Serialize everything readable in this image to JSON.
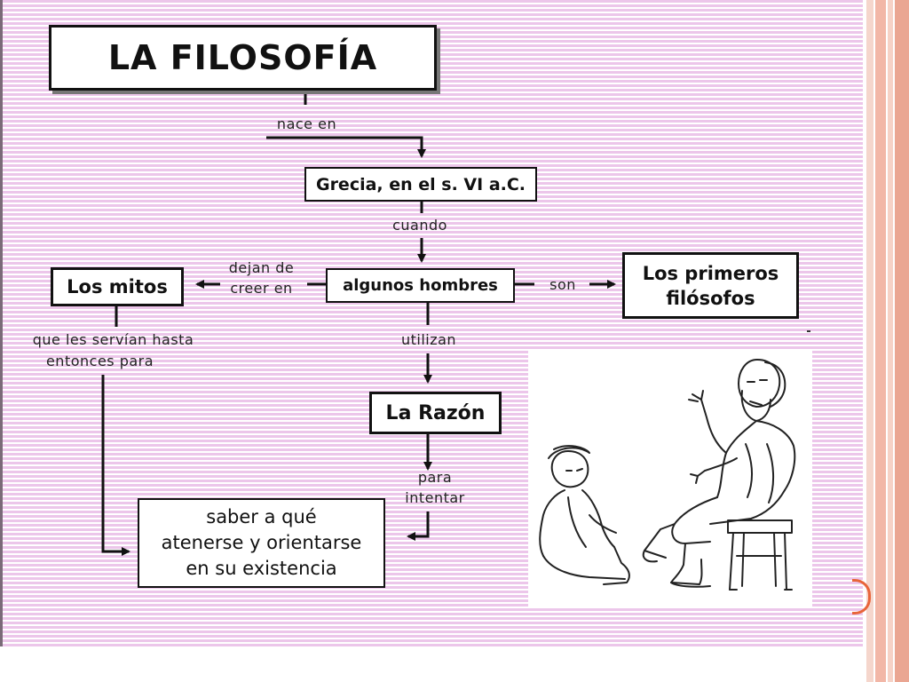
{
  "diagram": {
    "title": "LA FILOSOFÍA",
    "nodes": {
      "grecia": "Grecia, en el s. VI a.C.",
      "mitos": "Los mitos",
      "hombres": "algunos hombres",
      "primeros_line1": "Los primeros",
      "primeros_line2": "filósofos",
      "razon": "La Razón",
      "saber_line1": "saber a qué",
      "saber_line2": "atenerse y orientarse",
      "saber_line3": "en su existencia"
    },
    "edge_labels": {
      "nace_en": "nace en",
      "cuando": "cuando",
      "dejan_line1": "dejan de",
      "dejan_line2": "creer en",
      "son": "son",
      "utilizan": "utilizan",
      "servian_line1": "que les servían hasta",
      "servian_line2": "entonces para",
      "para_line1": "para",
      "para_line2": "intentar"
    }
  },
  "illustration": "philosopher-teaching-child",
  "colors": {
    "stripe": "#ecc6ea",
    "border_left": "#f3c9bd",
    "border_mid": "#f2b3a2",
    "border_right": "#e7a390",
    "line": "#111111"
  }
}
